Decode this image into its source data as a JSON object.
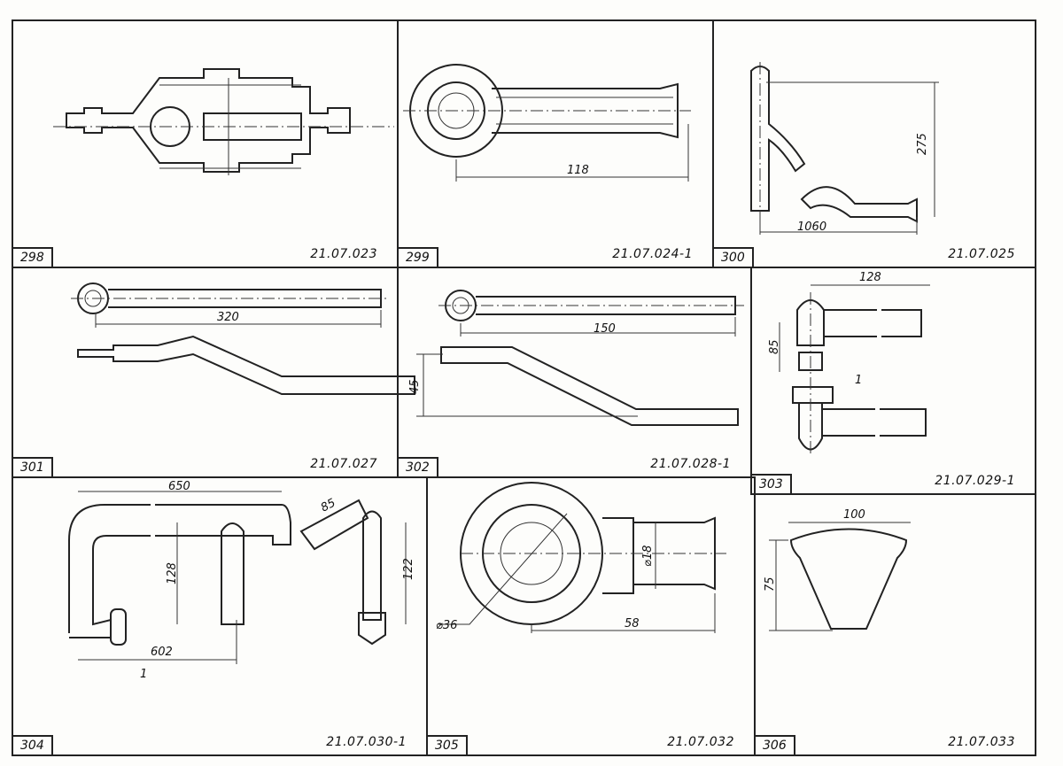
{
  "panels": [
    {
      "number": "298",
      "code": "21.07.023",
      "dims": []
    },
    {
      "number": "299",
      "code": "21.07.024-1",
      "dims": [
        "118"
      ]
    },
    {
      "number": "300",
      "code": "21.07.025",
      "dims": [
        "275",
        "1060"
      ]
    },
    {
      "number": "301",
      "code": "21.07.027",
      "dims": [
        "320"
      ]
    },
    {
      "number": "302",
      "code": "21.07.028-1",
      "dims": [
        "150",
        "45"
      ]
    },
    {
      "number": "303",
      "code": "21.07.029-1",
      "dims": [
        "128",
        "85",
        "1"
      ]
    },
    {
      "number": "304",
      "code": "21.07.030-1",
      "dims": [
        "650",
        "128",
        "85",
        "122",
        "602",
        "1"
      ]
    },
    {
      "number": "305",
      "code": "21.07.032",
      "dims": [
        "⌀18",
        "⌀36",
        "58"
      ]
    },
    {
      "number": "306",
      "code": "21.07.033",
      "dims": [
        "100",
        "75"
      ]
    }
  ]
}
